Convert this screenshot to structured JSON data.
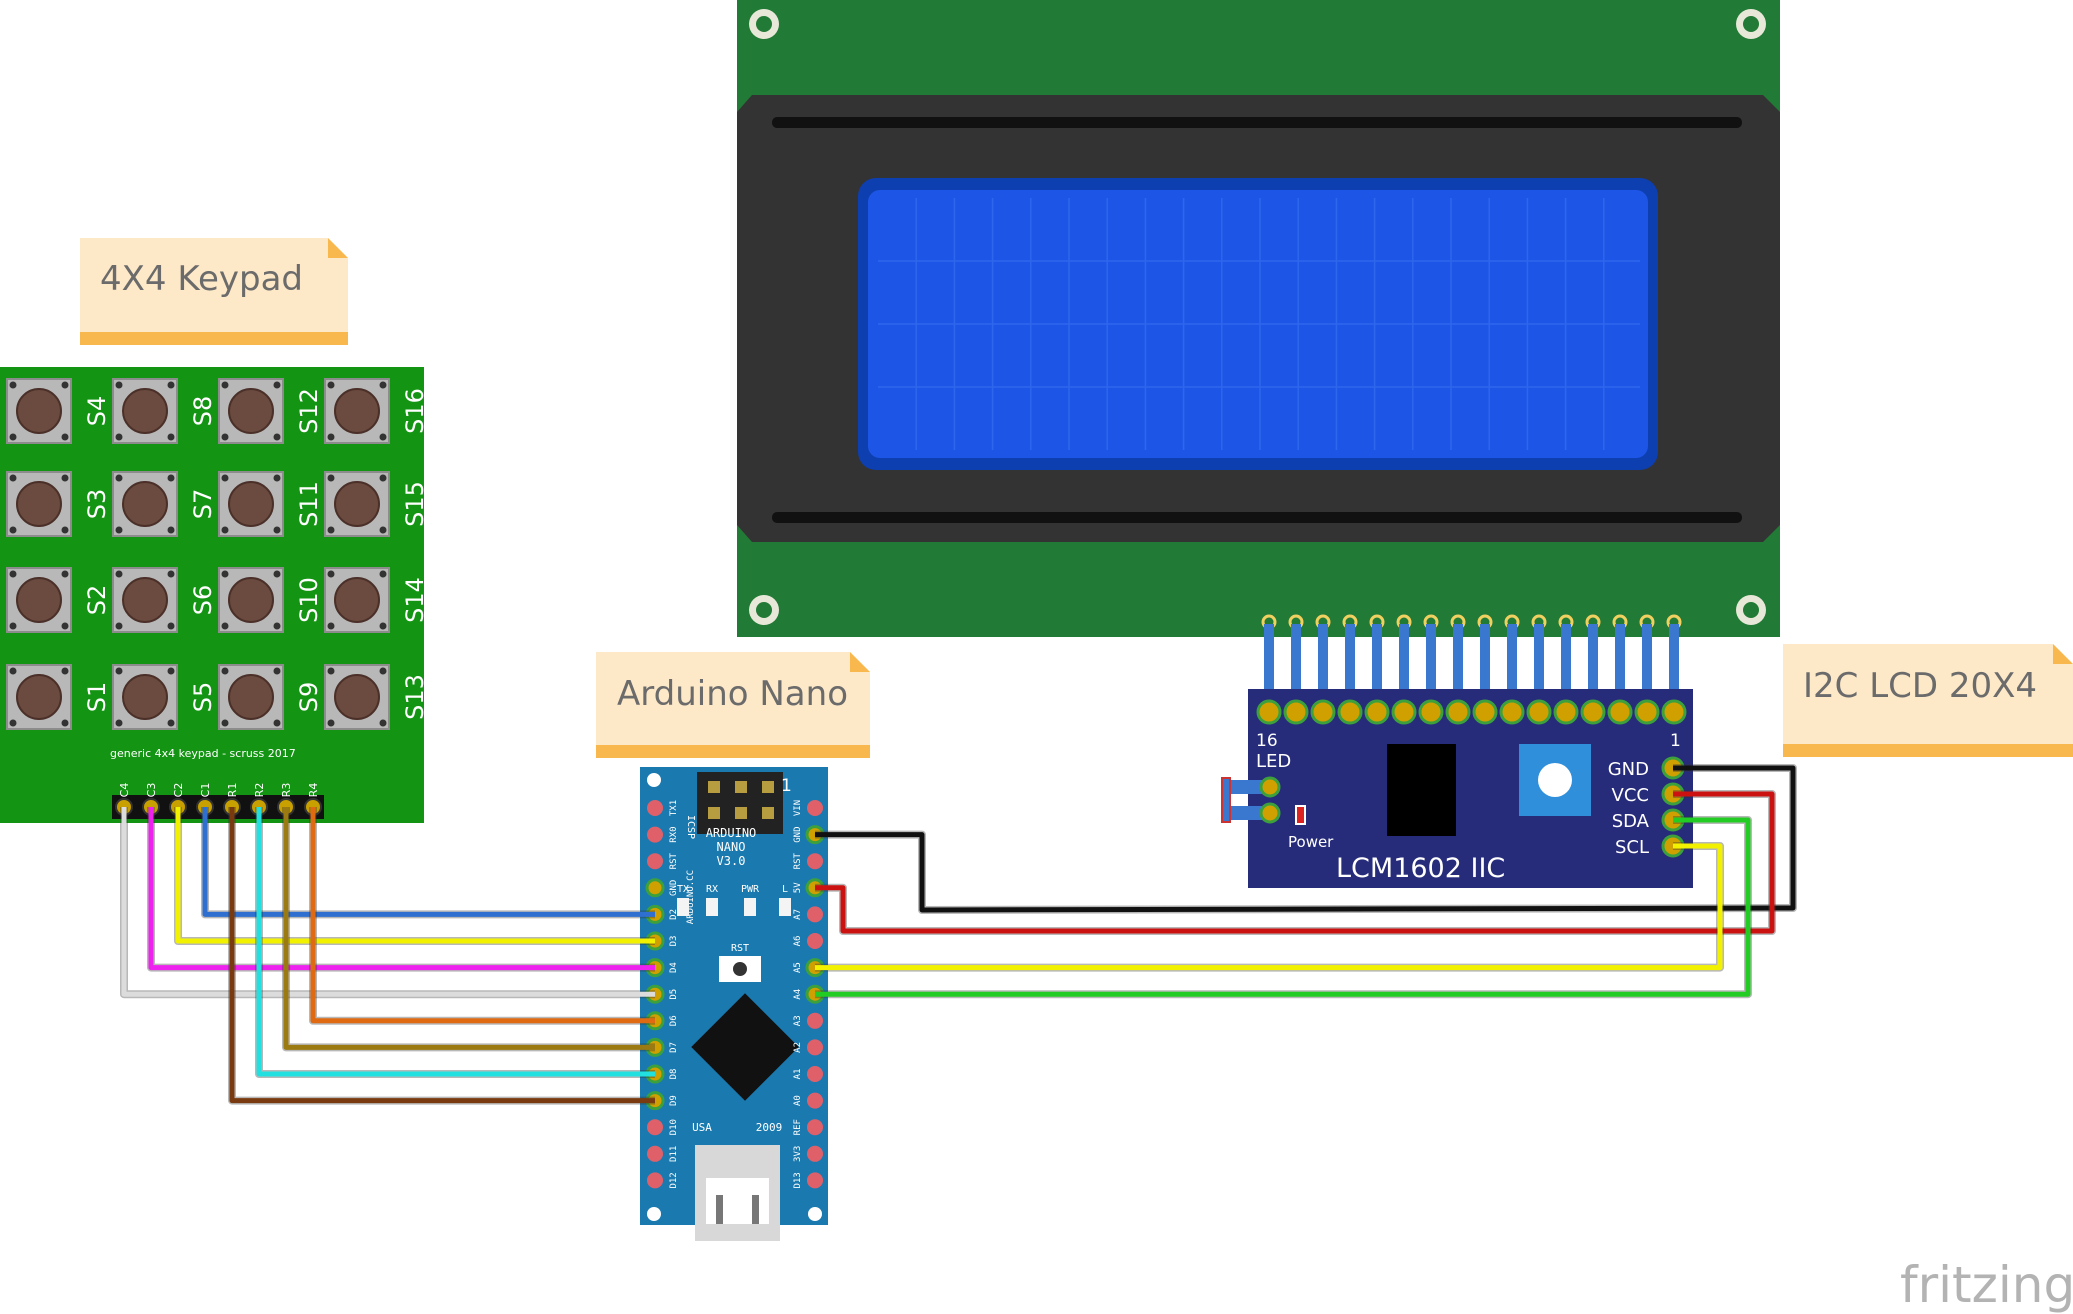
{
  "notes": {
    "keypad": "4X4 Keypad",
    "arduino": "Arduino Nano",
    "lcd": "I2C LCD 20X4"
  },
  "keypad": {
    "credit": "generic 4x4 keypad - scruss 2017",
    "rows": [
      [
        "S4",
        "S8",
        "S12",
        "S16"
      ],
      [
        "S3",
        "S7",
        "S11",
        "S15"
      ],
      [
        "S2",
        "S6",
        "S10",
        "S14"
      ],
      [
        "S1",
        "S5",
        "S9",
        "S13"
      ]
    ],
    "pins": [
      "C4",
      "C3",
      "C2",
      "C1",
      "R1",
      "R2",
      "R3",
      "R4"
    ]
  },
  "nano": {
    "icsp": "ICSP",
    "pin1_mark": "1",
    "title_lines": [
      "ARDUINO",
      "NANO",
      "V3.0"
    ],
    "side_mark": "ARDUINO.CC",
    "leds": [
      "TX",
      "RX",
      "PWR",
      "L"
    ],
    "rst_label": "RST",
    "usa": "USA",
    "year": "2009",
    "left_pins": [
      "TX1",
      "RX0",
      "RST",
      "GND",
      "D2",
      "D3",
      "D4",
      "D5",
      "D6",
      "D7",
      "D8",
      "D9",
      "D10",
      "D11",
      "D12"
    ],
    "right_pins": [
      "VIN",
      "GND",
      "RST",
      "5V",
      "A7",
      "A6",
      "A5",
      "A4",
      "A3",
      "A2",
      "A1",
      "A0",
      "REF",
      "3V3",
      "D13"
    ]
  },
  "i2c_board": {
    "pin16": "16",
    "pin1": "1",
    "led": "LED",
    "power": "Power",
    "model": "LCM1602 IIC",
    "pins": [
      "GND",
      "VCC",
      "SDA",
      "SCL"
    ]
  },
  "wires": [
    {
      "from": "C1",
      "to": "D2",
      "color": "#2f6fcf"
    },
    {
      "from": "C2",
      "to": "D3",
      "color": "#f2f200"
    },
    {
      "from": "C3",
      "to": "D4",
      "color": "#ee22ee"
    },
    {
      "from": "C4",
      "to": "D5",
      "color": "#dcdcdc"
    },
    {
      "from": "R4",
      "to": "D6",
      "color": "#e06a12"
    },
    {
      "from": "R3",
      "to": "D7",
      "color": "#9c7a12"
    },
    {
      "from": "R2",
      "to": "D8",
      "color": "#22e0e0"
    },
    {
      "from": "R1",
      "to": "D9",
      "color": "#7a3a10"
    },
    {
      "from": "GND",
      "to": "GND",
      "color": "#111111"
    },
    {
      "from": "5V",
      "to": "VCC",
      "color": "#cc1111"
    },
    {
      "from": "A5",
      "to": "SCL",
      "color": "#f2f200"
    },
    {
      "from": "A4",
      "to": "SDA",
      "color": "#22cc22"
    }
  ],
  "watermark": "fritzing"
}
